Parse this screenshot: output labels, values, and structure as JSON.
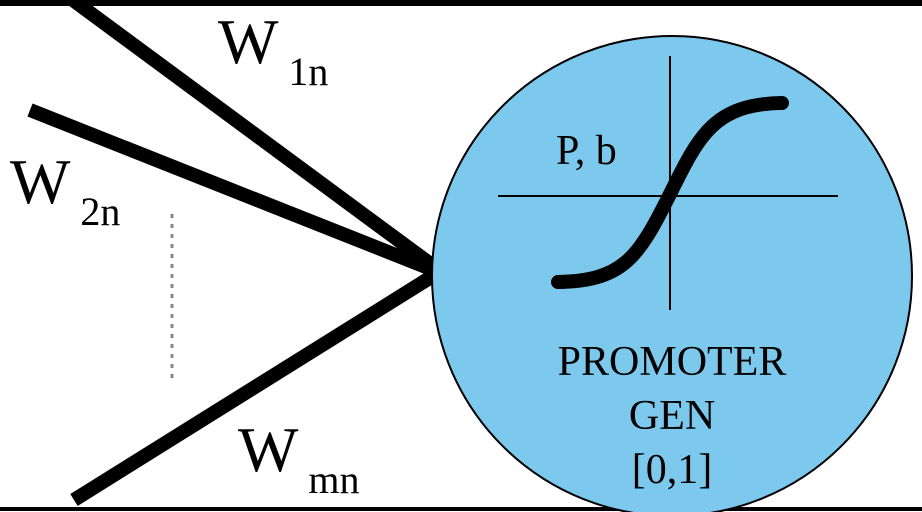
{
  "weights": {
    "w1": {
      "base": "W",
      "sub": "1n"
    },
    "w2": {
      "base": "W",
      "sub": "2n"
    },
    "wm": {
      "base": "W",
      "sub": "mn"
    }
  },
  "neuron": {
    "params_label": "P, b",
    "name_line1": "PROMOTER",
    "name_line2": "GEN",
    "range_label": "[0,1]"
  },
  "colors": {
    "neuron_fill": "#7dc9ee",
    "stroke": "#000000",
    "background": "#ffffff"
  }
}
